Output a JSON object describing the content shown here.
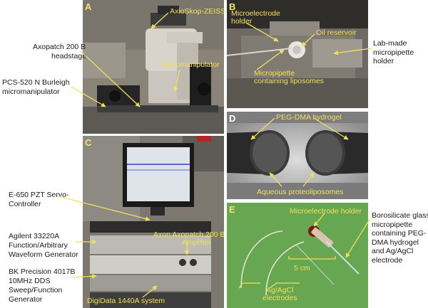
{
  "panels": {
    "A": {
      "label": "A",
      "annotations": {
        "axioskop": "AxioSkop-ZEISS",
        "micromanipulator": "Micromanipulator"
      }
    },
    "B": {
      "label": "B",
      "annotations": {
        "microelectrode_holder_1": "Microelectrode",
        "microelectrode_holder_2": "holder",
        "oil_reservoir": "Oil reservoir",
        "micropipette_1": "Micropipette",
        "micropipette_2": "containing liposomes"
      }
    },
    "C": {
      "label": "C",
      "annotations": {
        "axon_1": "Axon Axopatch 200 B",
        "axon_2": "Amplifier",
        "digidata": "DigiData 1440A system"
      }
    },
    "D": {
      "label": "D",
      "annotations": {
        "peg_hydrogel": "PEG-DMA hydrogel",
        "aqueous": "Aqueous proteoliposomes"
      }
    },
    "E": {
      "label": "E",
      "annotations": {
        "microelectrode_holder": "Microelectrode holder",
        "scale": "5 cm",
        "agagcl_1": "Ag/AgCl",
        "agagcl_2": "electrodes"
      }
    }
  },
  "outer_labels": {
    "axopatch_headstage": [
      "Axopatch 200 B",
      "headstage"
    ],
    "burleigh": [
      "PCS-520 N Burleigh",
      "micromanipulator"
    ],
    "lab_made": [
      "Lab-made",
      "micropipette",
      "holder"
    ],
    "pzt": [
      "E-650 PZT Servo-",
      "Controller"
    ],
    "agilent": [
      "Agilent 33220A",
      "Function/Arbitrary",
      "Waveform Generator"
    ],
    "bk": [
      "BK Precision 4017B",
      "10MHz DDS",
      "Sweep/Function",
      "Generator"
    ],
    "borosilicate": [
      "Borosilicate glass",
      "micropipette",
      "containing PEG-",
      "DMA hydrogel",
      "and Ag/AgCl",
      "electrode"
    ]
  },
  "colors": {
    "annotation_yellow": "#f1e05a",
    "outer_text": "#1a1a1a",
    "panel_d_bg": "#9a9a9a",
    "panel_e_bg": "#6fae58"
  }
}
